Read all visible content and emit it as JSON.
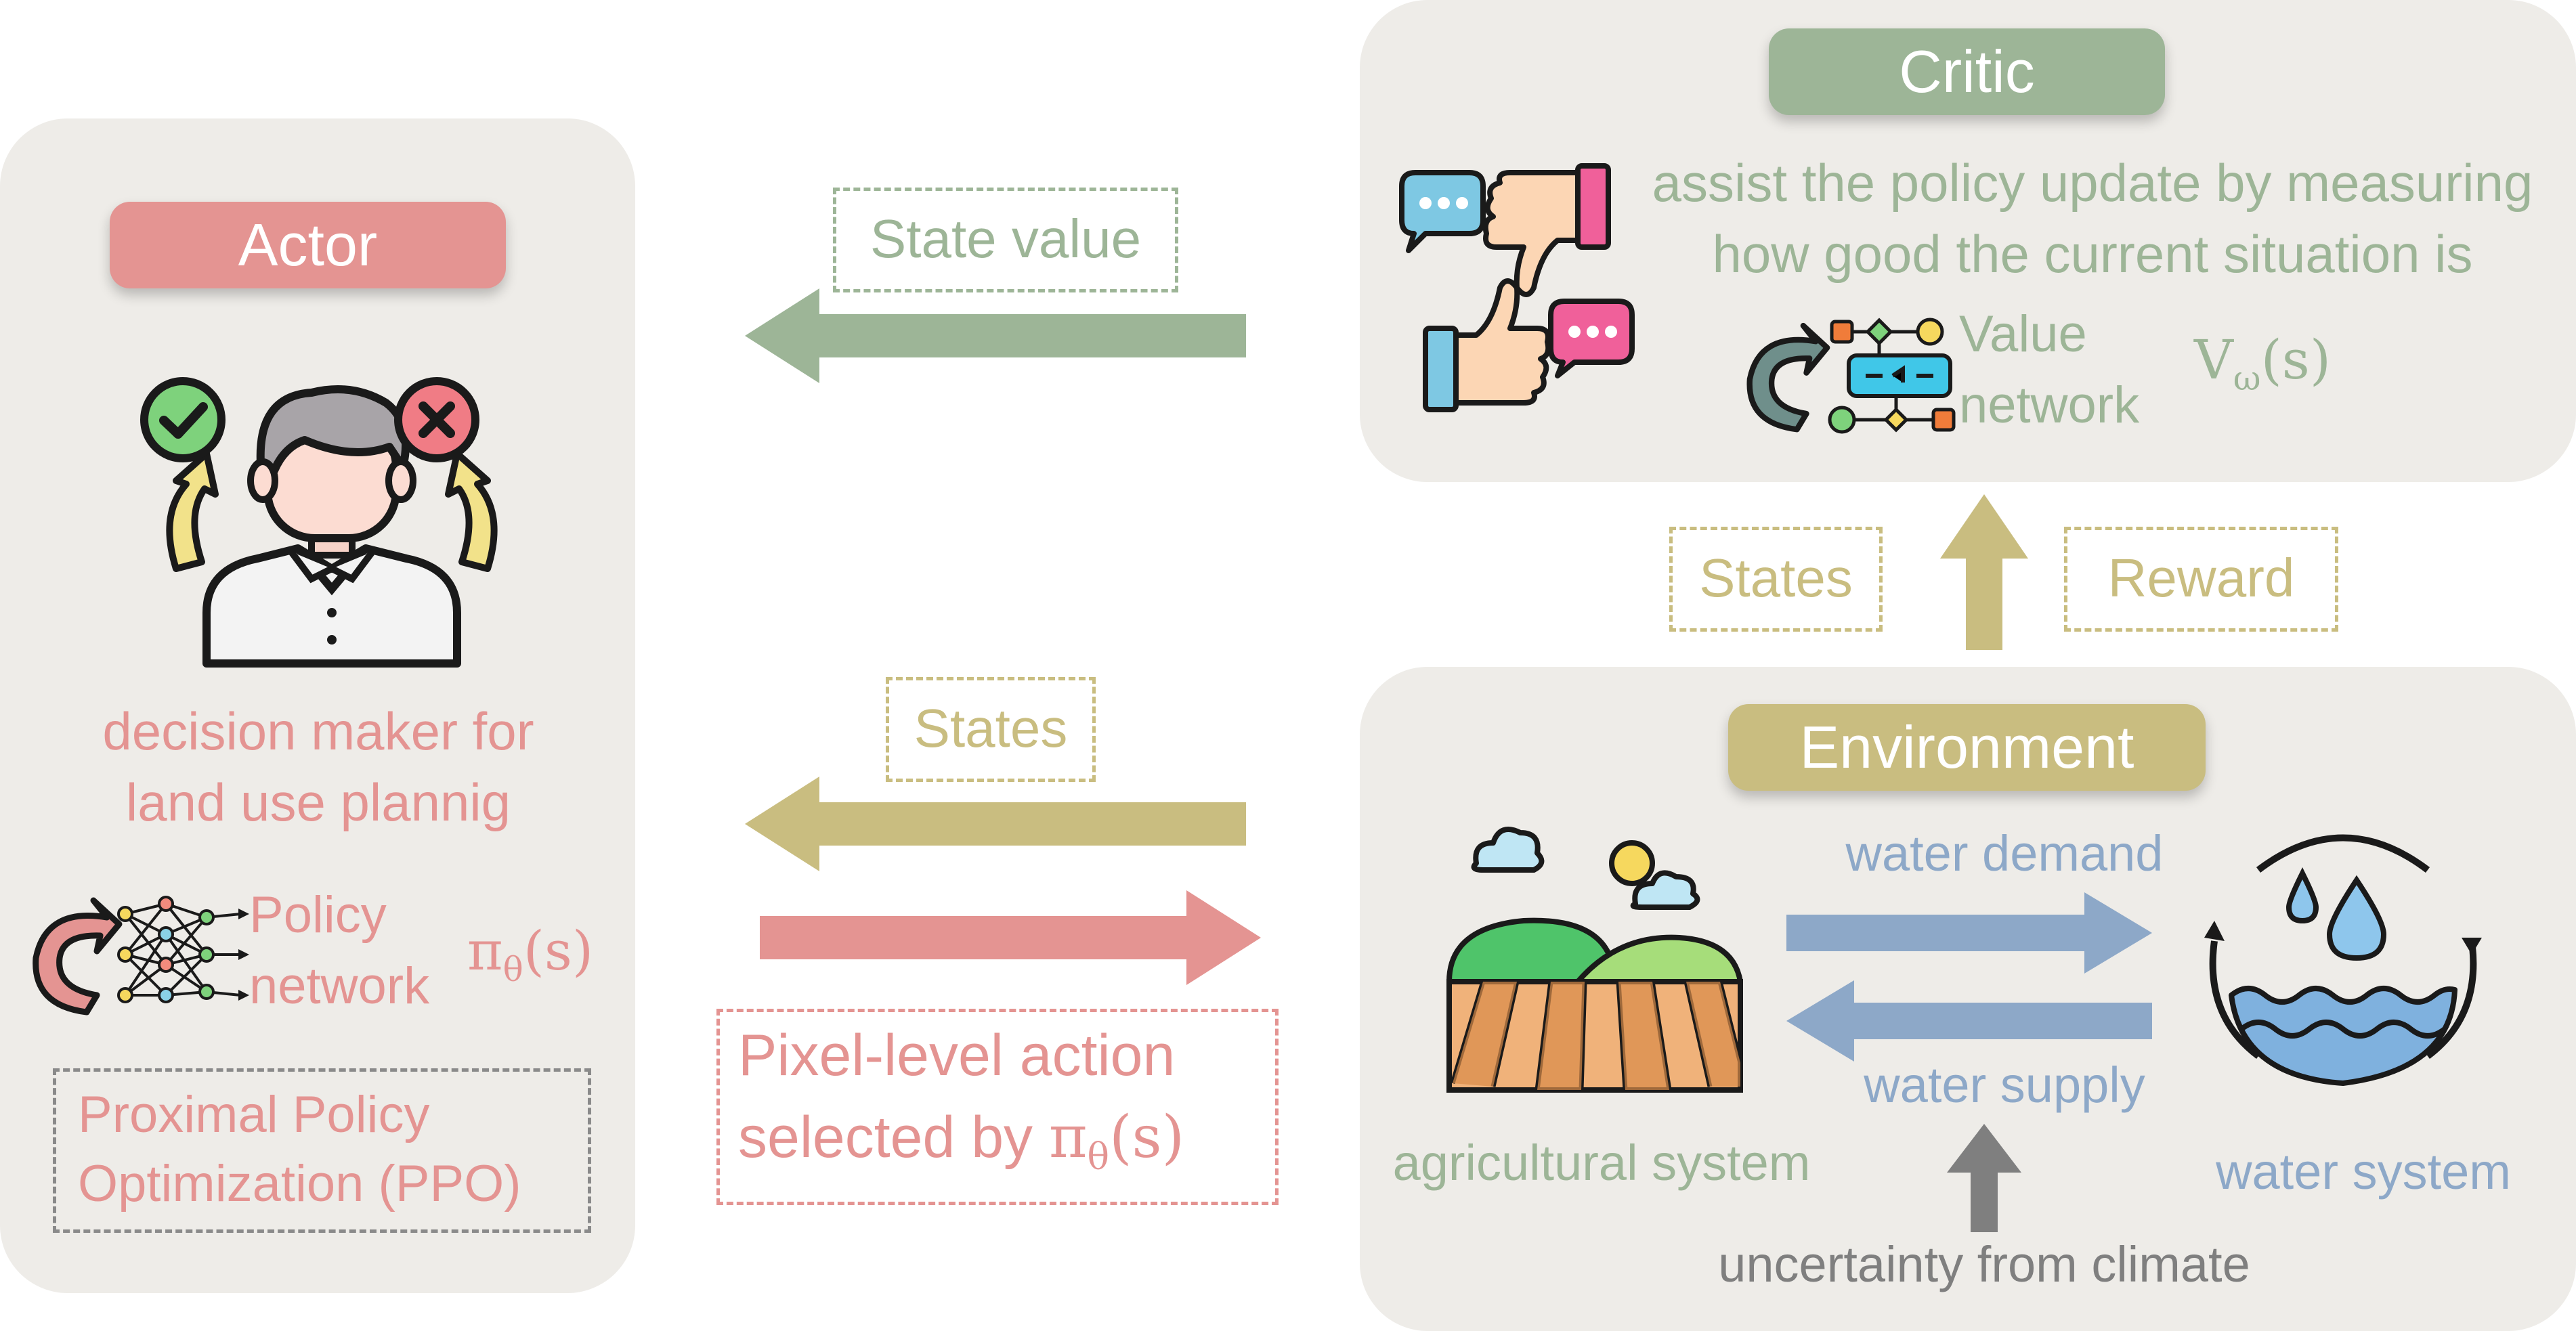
{
  "colors": {
    "actor": "#e49492",
    "critic": "#9db597",
    "environment": "#c9bd80",
    "water": "#8da8c8",
    "climate": "#7f7f7f",
    "panel": "#eeece8"
  },
  "actor": {
    "title": "Actor",
    "description_line1": "decision maker for",
    "description_line2": "land use plannig",
    "network_label_line1": "Policy",
    "network_label_line2": "network",
    "policy_symbol": "π",
    "policy_subscript": "θ",
    "policy_arg": "(s)",
    "algorithm_line1": "Proximal Policy",
    "algorithm_line2": "Optimization (PPO)",
    "icons": [
      "person-icon",
      "check-icon",
      "cross-icon",
      "neural-network-icon",
      "cycle-arrow-icon"
    ]
  },
  "critic": {
    "title": "Critic",
    "description_line1": "assist the policy update by measuring",
    "description_line2": "how good the current situation is",
    "network_label_line1": "Value",
    "network_label_line2": "network",
    "value_symbol": "V",
    "value_subscript": "ω",
    "value_arg": "(s)",
    "icons": [
      "feedback-thumbs-icon",
      "value-network-icon",
      "cycle-arrow-icon"
    ]
  },
  "environment": {
    "title": "Environment",
    "agri_label": "agricultural system",
    "water_label": "water system",
    "demand_label": "water demand",
    "supply_label": "water supply",
    "uncertainty_label": "uncertainty from climate",
    "icons": [
      "farmland-icon",
      "water-cycle-icon"
    ]
  },
  "flows": {
    "state_value": "State value",
    "states_to_critic": "States",
    "reward": "Reward",
    "states_to_actor": "States",
    "action_line1": "Pixel-level action",
    "action_line2_prefix": "selected by ",
    "action_symbol": "π",
    "action_subscript": "θ",
    "action_arg": "(s)"
  }
}
